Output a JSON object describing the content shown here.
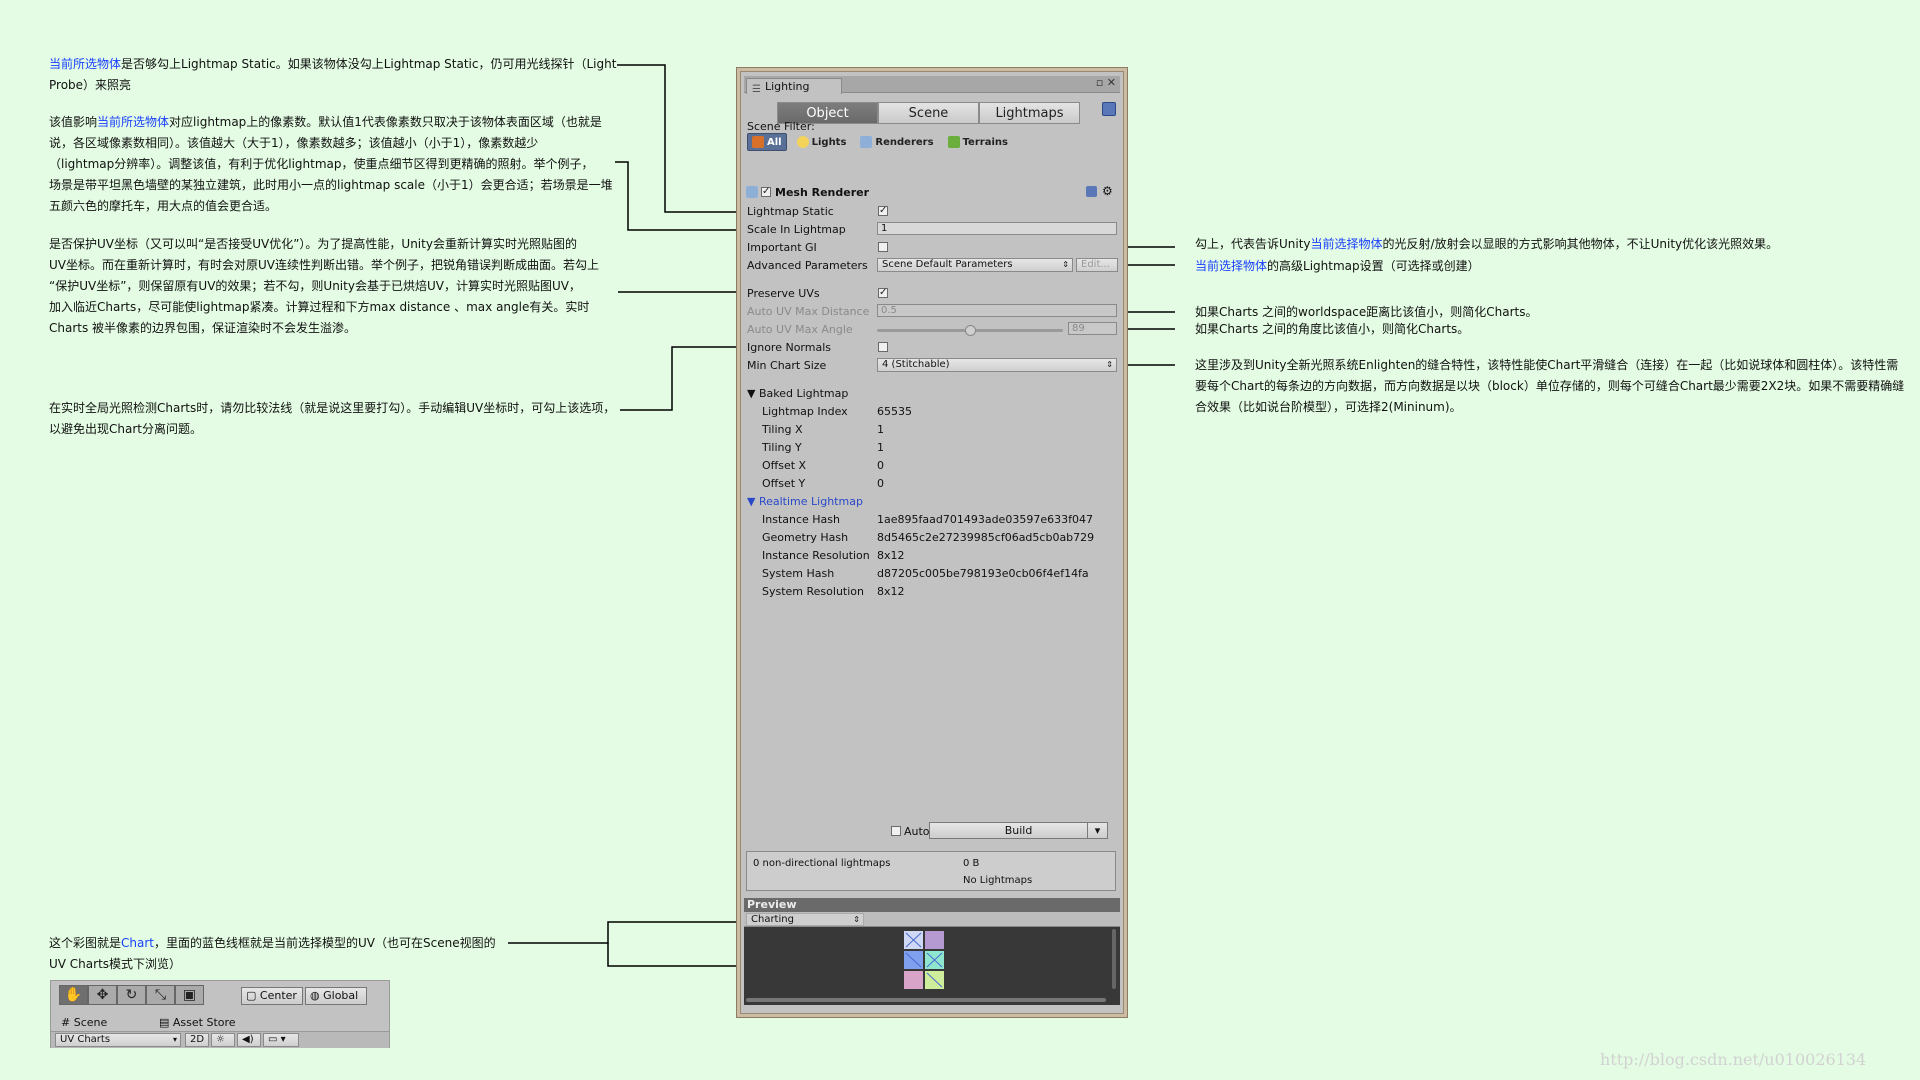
{
  "annotations": {
    "a1": {
      "l1_blue": "当前所选物体",
      "l1_rest": "是否够勾上Lightmap Static。如果该物体没勾上Lightmap Static，仍可用光线探针（Light",
      "l2": "Probe）来照亮"
    },
    "a2": {
      "l1_pre": "该值影响",
      "l1_blue": "当前所选物体",
      "l1_post": "对应lightmap上的像素数。默认值1代表像素数只取决于该物体表面区域（也就是",
      "l2": "说，各区域像素数相同）。该值越大（大于1），像素数越多；该值越小（小于1），像素数越少",
      "l3": "（lightmap分辨率）。调整该值，有利于优化lightmap，使重点细节区得到更精确的照射。举个例子，",
      "l4": "场景是带平坦黑色墙壁的某独立建筑，此时用小一点的lightmap scale（小于1）会更合适；若场景是一堆",
      "l5": "五颜六色的摩托车，用大点的值会更合适。"
    },
    "a3": {
      "l1": "是否保护UV坐标（又可以叫“是否接受UV优化”）。为了提高性能，Unity会重新计算实时光照贴图的",
      "l2": "UV坐标。而在重新计算时，有时会对原UV连续性判断出错。举个例子，把锐角错误判断成曲面。若勾上",
      "l3": "“保护UV坐标”，则保留原有UV的效果；若不勾，则Unity会基于已烘焙UV，计算实时光照贴图UV，",
      "l4": "加入临近Charts，尽可能使lightmap紧凑。计算过程和下方max distance 、max angle有关。实时",
      "l5": "Charts 被半像素的边界包围，保证渲染时不会发生溢渗。"
    },
    "a4": {
      "l1": "在实时全局光照检测Charts时，请勿比较法线（就是说这里要打勾）。手动编辑UV坐标时，可勾上该选项，",
      "l2": "以避免出现Chart分离问题。"
    },
    "a5": {
      "l1_pre": "这个彩图就是",
      "l1_blue": "Chart",
      "l1_post": "，里面的蓝色线框就是当前选择模型的UV（也可在Scene视图的",
      "l2": "UV Charts模式下浏览）"
    },
    "r1": {
      "pre": "勾上，代表告诉Unity",
      "blue": "当前选择物体",
      "post": "的光反射/放射会以显眼的方式影响其他物体，不让Unity优化该光照效果。"
    },
    "r2": {
      "blue": "当前选择物体",
      "post": "的高级Lightmap设置（可选择或创建）"
    },
    "r3": "如果Charts 之间的worldspace距离比该值小，则简化Charts。",
    "r4": "如果Charts 之间的角度比该值小，则简化Charts。",
    "r5": {
      "l1": "这里涉及到Unity全新光照系统Enlighten的缝合特性，该特性能使Chart平滑缝合（连接）在一起（比如说球体和圆柱体）。该特性需",
      "l2": "要每个Chart的每条边的方向数据，而方向数据是以块（block）单位存储的，则每个可缝合Chart最少需要2X2块。如果不需要精确缝",
      "l3": "合效果（比如说台阶模型），可选择2(Mininum)。"
    }
  },
  "window": {
    "tab_title": "Lighting",
    "tabs": [
      "Object",
      "Scene",
      "Lightmaps"
    ],
    "active_tab": "Object",
    "scene_filter_label": "Scene Filter:",
    "filters": [
      "All",
      "Lights",
      "Renderers",
      "Terrains"
    ],
    "component_title": "Mesh Renderer",
    "props": {
      "lightmap_static": "Lightmap Static",
      "scale_in_lightmap": "Scale In Lightmap",
      "scale_value": "1",
      "important_gi": "Important GI",
      "advanced_parameters": "Advanced Parameters",
      "advanced_value": "Scene Default Parameters",
      "edit_label": "Edit...",
      "preserve_uvs": "Preserve UVs",
      "auto_uv_max_distance": "Auto UV Max Distance",
      "auto_uv_max_distance_value": "0.5",
      "auto_uv_max_angle": "Auto UV Max Angle",
      "auto_uv_max_angle_value": "89",
      "ignore_normals": "Ignore Normals",
      "min_chart_size": "Min Chart Size",
      "min_chart_size_value": "4 (Stitchable)"
    },
    "baked": {
      "title": "Baked Lightmap",
      "rows": [
        {
          "label": "Lightmap Index",
          "value": "65535"
        },
        {
          "label": "Tiling X",
          "value": "1"
        },
        {
          "label": "Tiling Y",
          "value": "1"
        },
        {
          "label": "Offset X",
          "value": "0"
        },
        {
          "label": "Offset Y",
          "value": "0"
        }
      ]
    },
    "realtime": {
      "title": "Realtime Lightmap",
      "rows": [
        {
          "label": "Instance Hash",
          "value": "1ae895faad701493ade03597e633f047"
        },
        {
          "label": "Geometry Hash",
          "value": "8d5465c2e27239985cf06ad5cb0ab729"
        },
        {
          "label": "Instance Resolution",
          "value": "8x12"
        },
        {
          "label": "System Hash",
          "value": "d87205c005be798193e0cb06f4ef14fa"
        },
        {
          "label": "System Resolution",
          "value": "8x12"
        }
      ]
    },
    "auto_label": "Auto",
    "build_label": "Build",
    "info_left": "0 non-directional lightmaps",
    "info_size": "0 B",
    "info_none": "No Lightmaps",
    "preview_title": "Preview",
    "preview_mode": "Charting"
  },
  "scene_toolbar": {
    "center": "Center",
    "global": "Global",
    "tab_scene": "Scene",
    "tab_asset_store": "Asset Store",
    "draw_mode": "UV Charts",
    "btn_2d": "2D"
  },
  "watermark": "http://blog.csdn.net/u010026134",
  "colors": {
    "background": "#e3fce3",
    "annotation_blue": "#1a40ff",
    "window_bg": "#c2c2c2",
    "active_tab": "#6d6d6d"
  }
}
